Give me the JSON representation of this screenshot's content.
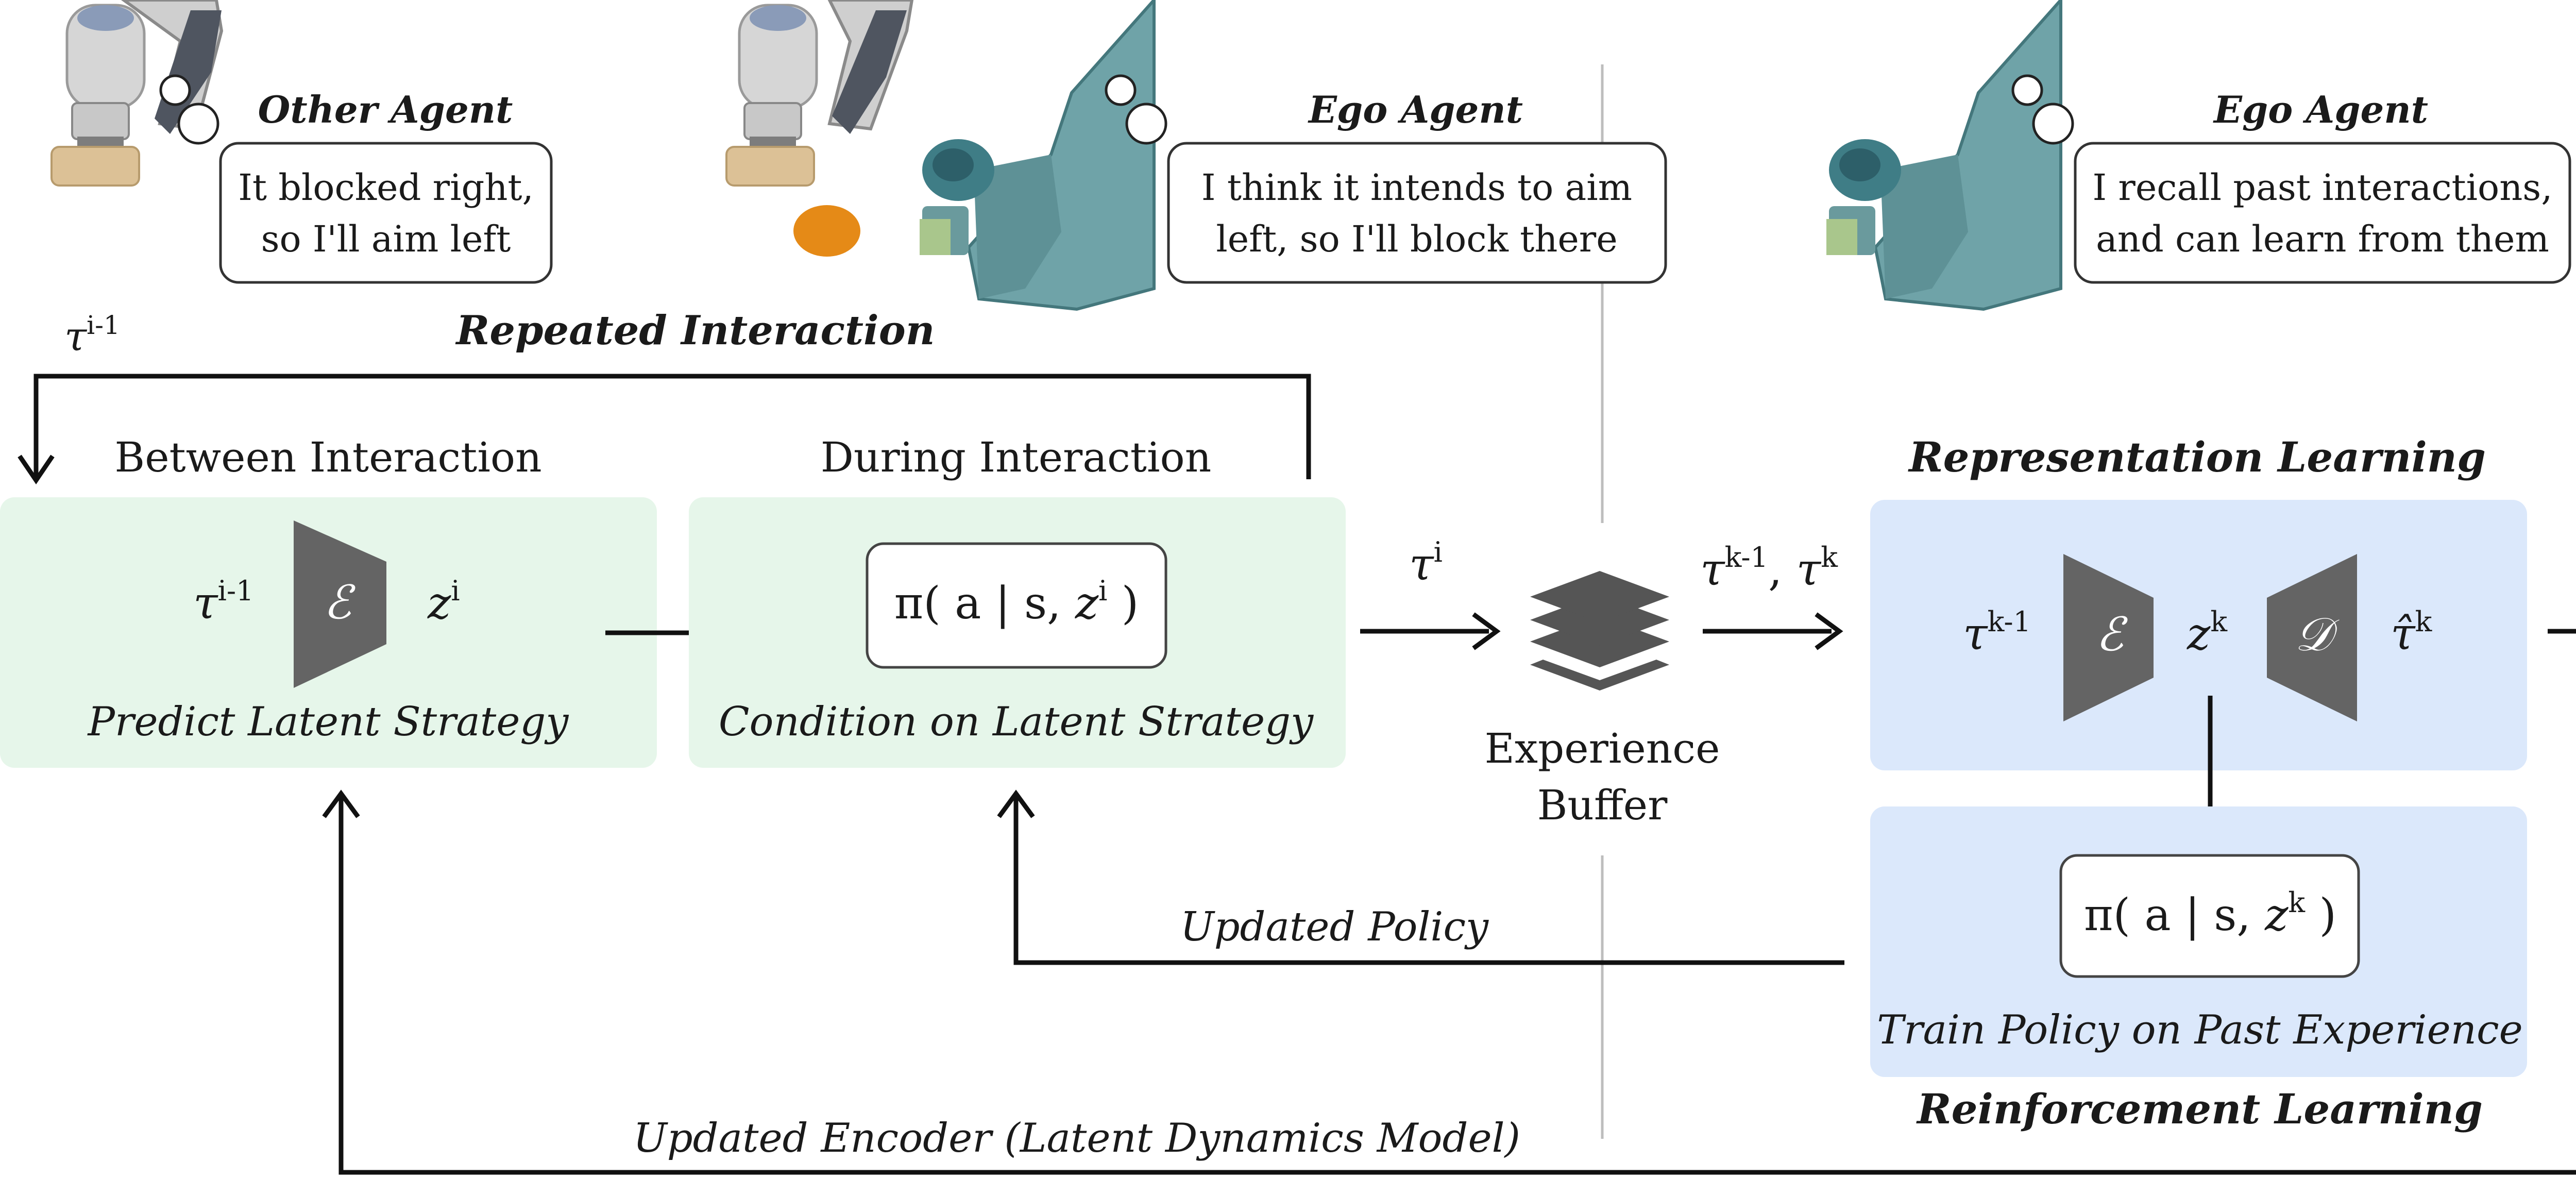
{
  "agents": {
    "other": {
      "title": "Other Agent",
      "speech_line1": "It blocked right,",
      "speech_line2": "so I'll aim left"
    },
    "ego_during": {
      "title": "Ego Agent",
      "speech_line1": "I think it intends to aim",
      "speech_line2": "left, so I'll block there"
    },
    "ego_learning": {
      "title": "Ego Agent",
      "speech_line1": "I recall past interactions,",
      "speech_line2": "and can learn from them"
    }
  },
  "loop": {
    "repeated_interaction": "Repeated Interaction",
    "tau_prev": {
      "base": "τ",
      "sup": "i-1"
    }
  },
  "between": {
    "heading": "Between Interaction",
    "input": {
      "base": "τ",
      "sup": "i-1"
    },
    "encoder_symbol": "ℰ",
    "output": {
      "base": "z",
      "sup": "i"
    },
    "caption": "Predict Latent Strategy"
  },
  "during": {
    "heading": "During Interaction",
    "policy": {
      "prefix": "π( a | s, ",
      "base": "z",
      "sup": "i",
      "suffix": " )"
    },
    "caption": "Condition on Latent Strategy"
  },
  "buffer": {
    "input": {
      "base": "τ",
      "sup": "i"
    },
    "label_line1": "Experience",
    "label_line2": "Buffer",
    "output": {
      "a_base": "τ",
      "a_sup": "k-1",
      "sep": ", ",
      "b_base": "τ",
      "b_sup": "k"
    }
  },
  "representation": {
    "heading": "Representation Learning",
    "input": {
      "base": "τ",
      "sup": "k-1"
    },
    "encoder_symbol": "ℰ",
    "latent": {
      "base": "z",
      "sup": "k"
    },
    "decoder_symbol": "𝒟",
    "output": {
      "base": "τ̂",
      "sup": "k"
    }
  },
  "rl": {
    "policy": {
      "prefix": "π( a | s, ",
      "base": "z",
      "sup": "k",
      "suffix": " )"
    },
    "caption": "Train Policy on Past Experience",
    "heading": "Reinforcement Learning"
  },
  "feedback": {
    "updated_policy": "Updated Policy",
    "updated_encoder": "Updated Encoder (Latent Dynamics Model)"
  },
  "colors": {
    "green_panel": "#e6f6ea",
    "blue_panel": "#dbe8fb",
    "block_gray": "#646464",
    "line": "#111111",
    "robot_teal": "#6fa3a8",
    "puck_orange": "#e58a17"
  }
}
